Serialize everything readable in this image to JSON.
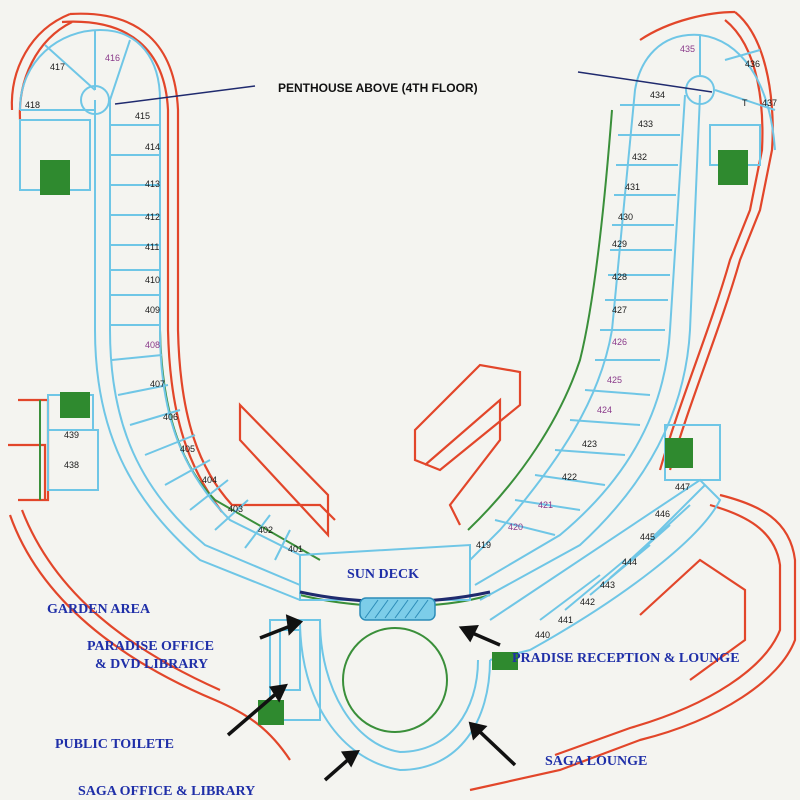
{
  "labels": {
    "penthouse": "PENTHOUSE ABOVE (4TH FLOOR)",
    "sun_deck": "SUN DECK",
    "garden_area": "GARDEN AREA",
    "paradise_office_1": "PARADISE OFFICE",
    "paradise_office_2": "& DVD LIBRARY",
    "public_toilet": "PUBLIC TOILETE",
    "saga_office": "SAGA OFFICE & LIBRARY",
    "reception": "PRADISE RECEPTION & LOUNGE",
    "saga_lounge": "SAGA LOUNGE"
  },
  "rooms": {
    "r401": "401",
    "r402": "402",
    "r403": "403",
    "r404": "404",
    "r405": "405",
    "r406": "406",
    "r407": "407",
    "r408": "408",
    "r409": "409",
    "r410": "410",
    "r411": "411",
    "r412": "412",
    "r413": "413",
    "r414": "414",
    "r415": "415",
    "r416": "416",
    "r417": "417",
    "r418": "418",
    "r419": "419",
    "r420": "420",
    "r421": "421",
    "r422": "422",
    "r423": "423",
    "r424": "424",
    "r425": "425",
    "r426": "426",
    "r427": "427",
    "r428": "428",
    "r429": "429",
    "r430": "430",
    "r431": "431",
    "r432": "432",
    "r433": "433",
    "r434": "434",
    "r435": "435",
    "r436": "436",
    "r437": "437",
    "r437_t": "T",
    "r438": "438",
    "r439": "439",
    "r440": "440",
    "r441": "441",
    "r442": "442",
    "r443": "443",
    "r444": "444",
    "r445": "445",
    "r446": "446",
    "r447": "447"
  },
  "colors": {
    "outer_wall": "#e2462a",
    "room_lines": "#6fc6e6",
    "deck_edge": "#3a8f3a",
    "label_blue": "#1f2fa8",
    "background": "#f4f4f0"
  }
}
